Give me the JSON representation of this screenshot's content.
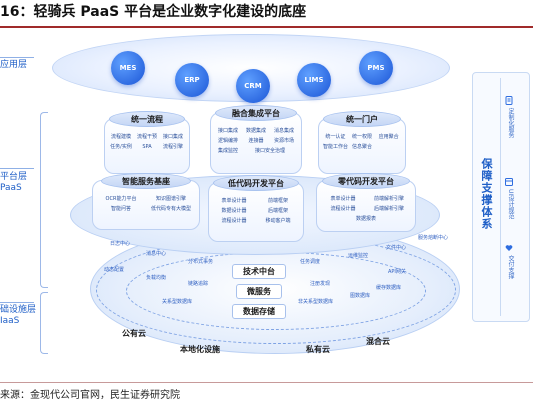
{
  "title": "16：轻骑兵 PaaS 平台是企业数字化建设的底座",
  "source": "来源：金现代公司官网，民生证券研究院",
  "layers": {
    "app": "应用层",
    "paas_1": "平台层",
    "paas_2": "PaaS",
    "iaas_1": "础设施层",
    "iaas_2": "IaaS"
  },
  "apps": [
    "MES",
    "ERP",
    "CRM",
    "LIMS",
    "PMS"
  ],
  "modules": {
    "flow": {
      "title": "统一流程",
      "items": [
        "流程建模",
        "流程干预",
        "接口集成",
        "任务/实例",
        "SPA",
        "流程引擎"
      ]
    },
    "integration": {
      "title": "融合集成平台",
      "items": [
        "接口集成",
        "数据集成",
        "消息集成",
        "逻辑编排",
        "连接器",
        "资源市场",
        "集成监控",
        "接口安全治理"
      ]
    },
    "portal": {
      "title": "统一门户",
      "items": [
        "统一认证",
        "统一权限",
        "应用聚合",
        "智能工作台",
        "信息聚合"
      ]
    },
    "ai": {
      "title": "智能服务基座",
      "items": [
        "OCR能力平台",
        "知识图谱引擎",
        "智能问答",
        "低代码专有大模型"
      ]
    },
    "lowcode": {
      "title": "低代码开发平台",
      "items": [
        "表单设计器",
        "前端框架",
        "数据设计器",
        "后端框架",
        "流程设计器",
        "移动客户端"
      ]
    },
    "zerocode": {
      "title": "零代码开发平台",
      "items": [
        "表单设计器",
        "前端解析引擎",
        "流程设计器",
        "后端解析引擎",
        "数据报表"
      ]
    }
  },
  "services": {
    "tech": "技术中台",
    "micro": "微服务",
    "storage": "数据存储"
  },
  "orbit_items": [
    "日志中心",
    "消息中心",
    "分布式事务",
    "任务调度",
    "运维监控",
    "文件中心",
    "服务熔断中心",
    "动态配置",
    "负载均衡",
    "链路追踪",
    "注册发现",
    "API网关",
    "关系型数据库",
    "非关系型数据库",
    "图数据库",
    "缓存数据库"
  ],
  "infra": {
    "public": "公有云",
    "local": "本地化设施",
    "private": "私有云",
    "hybrid": "混合云"
  },
  "guarantee": {
    "title": "保障支撑体系",
    "items": [
      "定制化服务",
      "UI设计规范",
      "交付支撑"
    ]
  },
  "icons": [
    "doc-icon",
    "ui-icon",
    "heart-icon"
  ],
  "colors": {
    "accent": "#1f5fc7",
    "bubble": "#1c56d6",
    "title_rule": "#a02a2a"
  }
}
